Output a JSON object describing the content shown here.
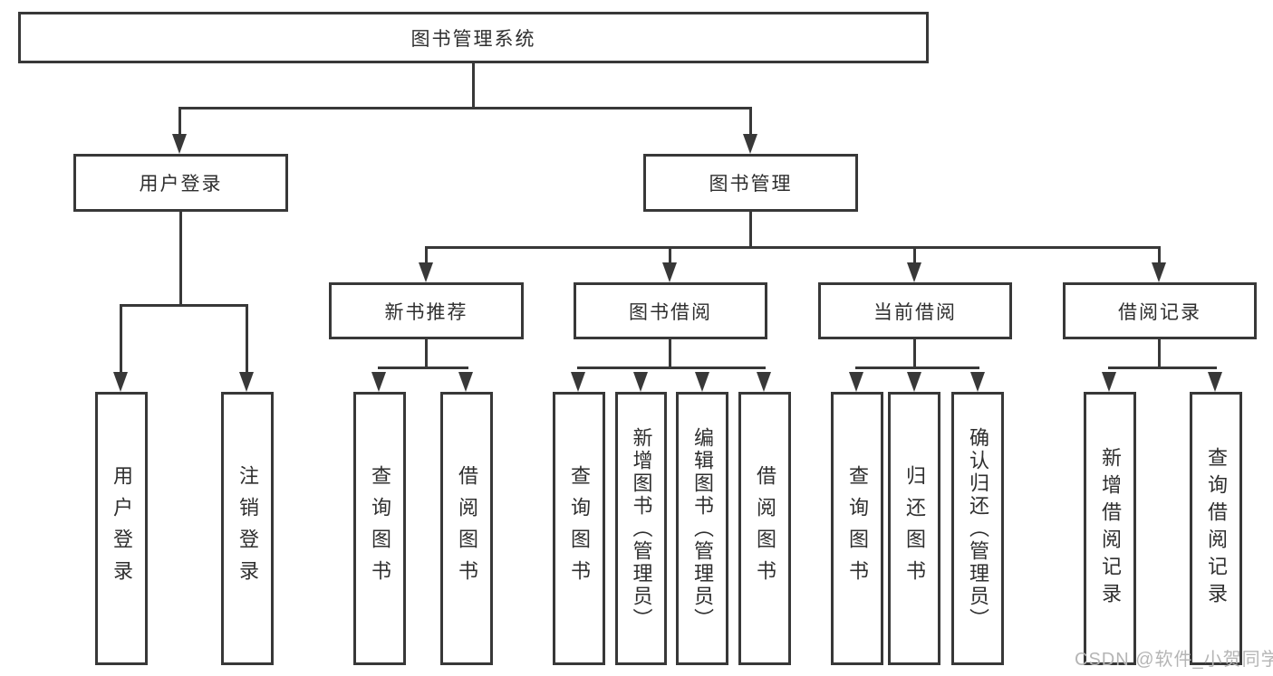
{
  "tree": {
    "root": {
      "label": "图书管理系统"
    },
    "branches": [
      {
        "label": "用户登录",
        "children": [
          {
            "label": "用户登录"
          },
          {
            "label": "注销登录"
          }
        ]
      },
      {
        "label": "图书管理",
        "groups": [
          {
            "label": "新书推荐",
            "children": [
              {
                "label": "查询图书"
              },
              {
                "label": "借阅图书"
              }
            ]
          },
          {
            "label": "图书借阅",
            "children": [
              {
                "label": "查询图书"
              },
              {
                "label": "新增图书（管理员）"
              },
              {
                "label": "编辑图书（管理员）"
              },
              {
                "label": "借阅图书"
              }
            ]
          },
          {
            "label": "当前借阅",
            "children": [
              {
                "label": "查询图书"
              },
              {
                "label": "归还图书"
              },
              {
                "label": "确认归还（管理员）"
              }
            ]
          },
          {
            "label": "借阅记录",
            "children": [
              {
                "label": "新增借阅记录"
              },
              {
                "label": "查询借阅记录"
              }
            ]
          }
        ]
      }
    ]
  },
  "watermark": {
    "text": "CSDN @软件_小贺同学"
  },
  "colors": {
    "line": "#383838",
    "text": "#2f2f2f",
    "watermark": "#b5b5b5"
  }
}
